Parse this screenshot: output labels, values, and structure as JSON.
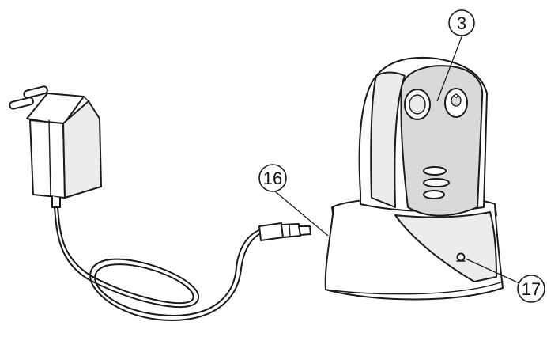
{
  "callouts": {
    "handset": "3",
    "base_station": "16",
    "indicator_led": "17"
  }
}
